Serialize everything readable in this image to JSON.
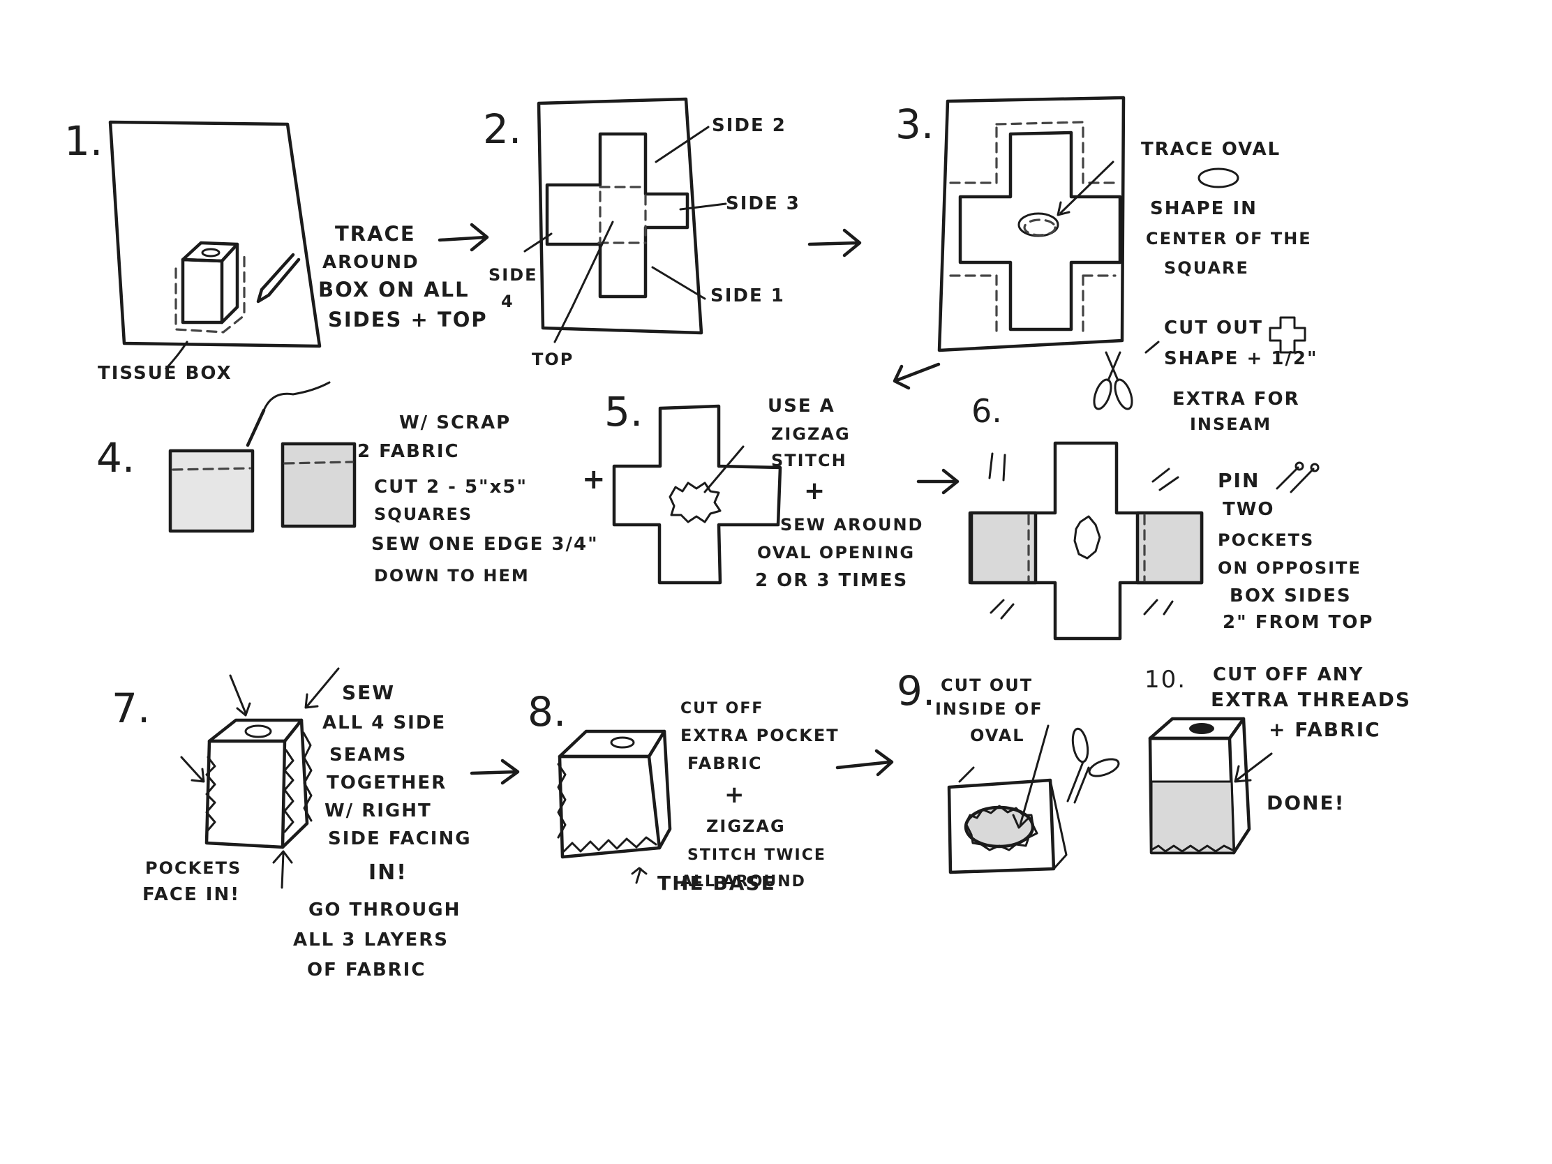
{
  "colors": {
    "ink": "#1b1b1b",
    "shade": "#d9d9d9",
    "paper": "#ffffff"
  },
  "steps": [
    {
      "number": "1.",
      "labels": {
        "trace": "TRACE",
        "around": "AROUND",
        "box_on_all": "BOX ON ALL",
        "sides_top": "SIDES + TOP",
        "tissue_box": "TISSUE BOX"
      }
    },
    {
      "number": "2.",
      "labels": {
        "side2": "SIDE 2",
        "side3": "SIDE 3",
        "side1": "SIDE 1",
        "side4a": "SIDE",
        "side4b": "4",
        "top": "TOP"
      }
    },
    {
      "number": "3.",
      "labels": {
        "l1": "TRACE OVAL",
        "l2": "SHAPE IN",
        "l3": "CENTER OF THE",
        "l4": "SQUARE",
        "cut1": "CUT OUT",
        "cut2": "SHAPE + 1/2\"",
        "cut3": "EXTRA FOR",
        "cut4": "INSEAM"
      }
    },
    {
      "number": "4.",
      "labels": {
        "l1": "W/ SCRAP",
        "l2": "2  FABRIC",
        "l3": "CUT 2 - 5\"x5\"",
        "l4": "SQUARES",
        "l5": "SEW ONE EDGE 3/4\"",
        "l6": "DOWN TO HEM"
      }
    },
    {
      "number": "5.",
      "labels": {
        "l1": "USE A",
        "l2": "ZIGZAG",
        "l3": "STITCH",
        "plus": "+",
        "l4": "SEW AROUND",
        "l5": "OVAL OPENING",
        "l6": "2 OR 3 TIMES",
        "lead_plus": "+"
      }
    },
    {
      "number": "6.",
      "labels": {
        "l1": "PIN",
        "l2": "TWO",
        "l3": "POCKETS",
        "l4": "ON OPPOSITE",
        "l5": "BOX SIDES",
        "l6": "2\" FROM TOP"
      }
    },
    {
      "number": "7.",
      "labels": {
        "l1": "SEW",
        "l2": "ALL 4 SIDE",
        "l3": "SEAMS",
        "l4": "TOGETHER",
        "l5": "W/ RIGHT",
        "l6": "SIDE FACING",
        "l7": "IN!",
        "p1": "POCKETS",
        "p2": "FACE IN!",
        "g1": "GO THROUGH",
        "g2": "ALL  3 LAYERS",
        "g3": "OF  FABRIC"
      }
    },
    {
      "number": "8.",
      "labels": {
        "l1": "CUT OFF",
        "l2": "EXTRA POCKET",
        "l3": "FABRIC",
        "plus": "+",
        "l4": "ZIGZAG",
        "l5": "STITCH TWICE",
        "l6": "ALL AROUND",
        "l7": "THE BASE"
      }
    },
    {
      "number": "9.",
      "labels": {
        "l1": "CUT OUT",
        "l2": "INSIDE OF",
        "l3": "OVAL"
      }
    },
    {
      "number": "10.",
      "labels": {
        "l1": "CUT OFF ANY",
        "l2": "EXTRA THREADS",
        "l3": "+ FABRIC",
        "done": "DONE!"
      }
    }
  ]
}
